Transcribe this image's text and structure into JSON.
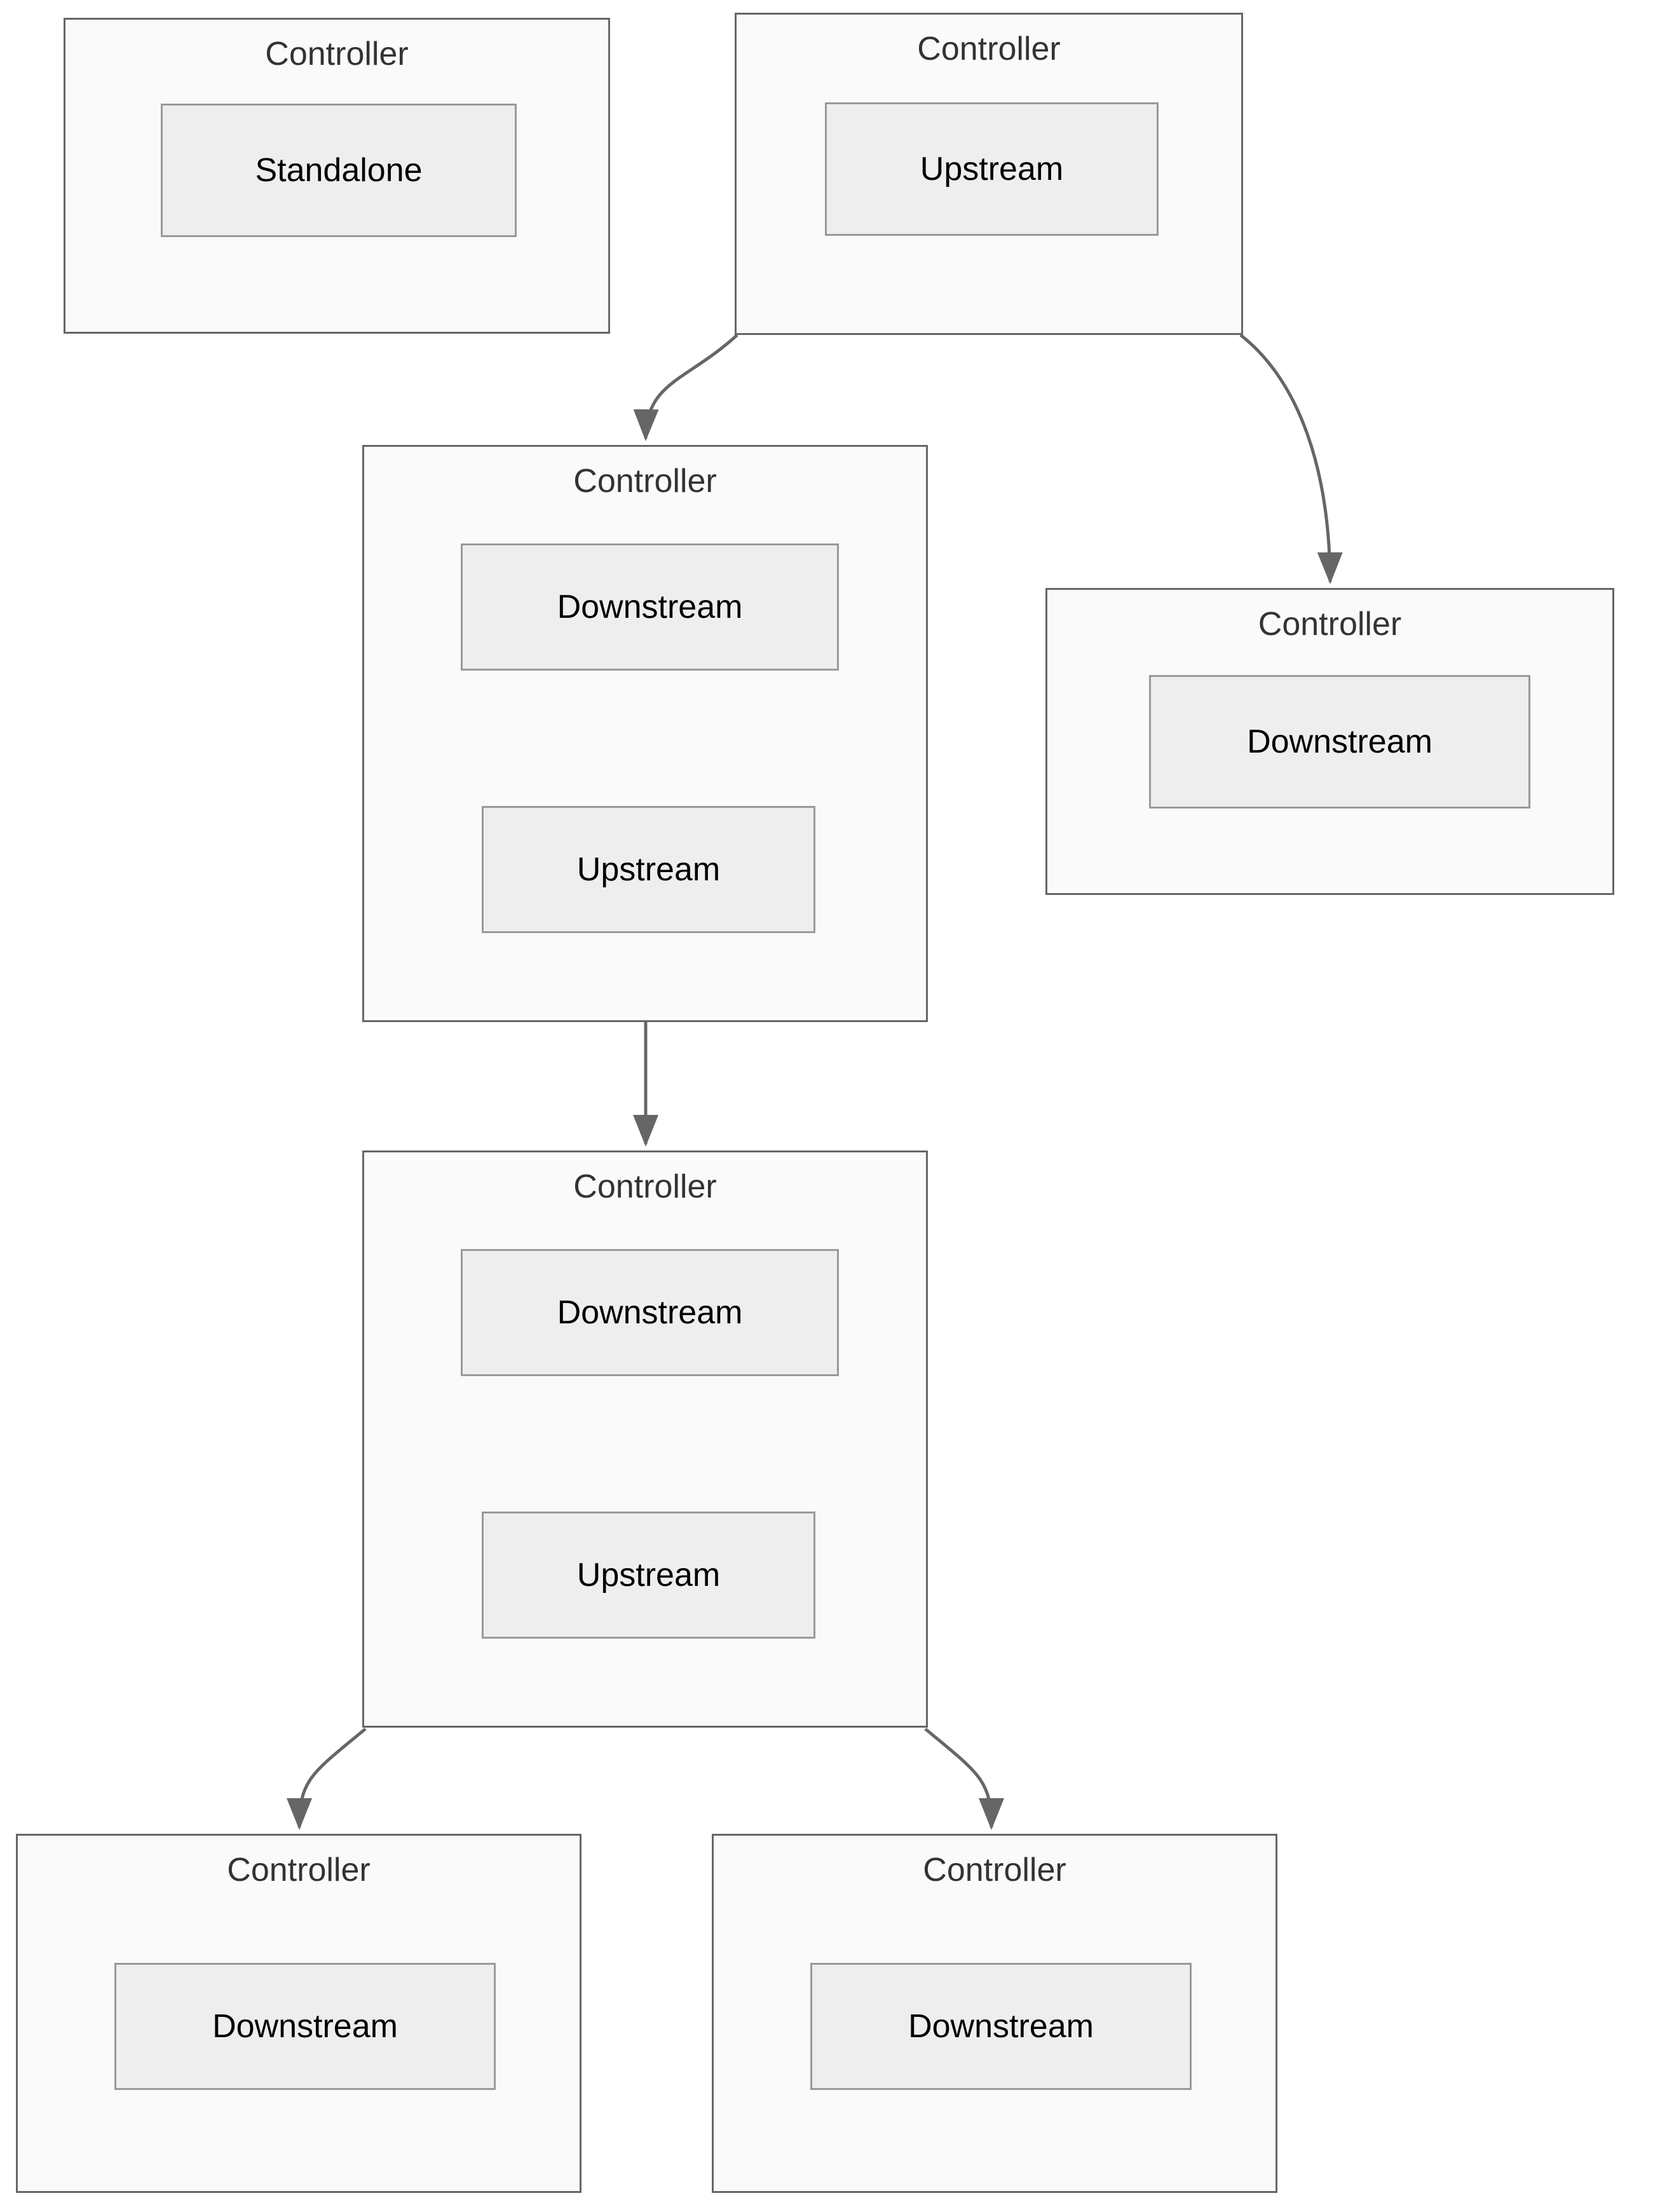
{
  "diagram": {
    "title_label": "Controller",
    "arrow_color": "#666666",
    "container_fill": "#fafafa",
    "container_stroke": "#666666",
    "component_fill": "#eeeeee",
    "component_stroke": "#999999",
    "title_color": "#333333",
    "component_text_color": "#000000",
    "nodes": [
      {
        "id": "controller-standalone",
        "title": "Controller",
        "components": [
          {
            "id": "standalone",
            "label": "Standalone"
          }
        ]
      },
      {
        "id": "controller-upstream-root",
        "title": "Controller",
        "components": [
          {
            "id": "upstream",
            "label": "Upstream"
          }
        ]
      },
      {
        "id": "controller-relay-1",
        "title": "Controller",
        "components": [
          {
            "id": "downstream",
            "label": "Downstream"
          },
          {
            "id": "upstream",
            "label": "Upstream"
          }
        ]
      },
      {
        "id": "controller-leaf-right",
        "title": "Controller",
        "components": [
          {
            "id": "downstream",
            "label": "Downstream"
          }
        ]
      },
      {
        "id": "controller-relay-2",
        "title": "Controller",
        "components": [
          {
            "id": "downstream",
            "label": "Downstream"
          },
          {
            "id": "upstream",
            "label": "Upstream"
          }
        ]
      },
      {
        "id": "controller-leaf-bottom-left",
        "title": "Controller",
        "components": [
          {
            "id": "downstream",
            "label": "Downstream"
          }
        ]
      },
      {
        "id": "controller-leaf-bottom-right",
        "title": "Controller",
        "components": [
          {
            "id": "downstream",
            "label": "Downstream"
          }
        ]
      }
    ],
    "edges": [
      {
        "id": "edge-root-to-relay1",
        "from": "controller-upstream-root",
        "to": "controller-relay-1"
      },
      {
        "id": "edge-root-to-leaf-right",
        "from": "controller-upstream-root",
        "to": "controller-leaf-right"
      },
      {
        "id": "edge-relay1-to-relay2",
        "from": "controller-relay-1",
        "to": "controller-relay-2"
      },
      {
        "id": "edge-relay2-to-leaf-bottom-left",
        "from": "controller-relay-2",
        "to": "controller-leaf-bottom-left"
      },
      {
        "id": "edge-relay2-to-leaf-bottom-right",
        "from": "controller-relay-2",
        "to": "controller-leaf-bottom-right"
      }
    ]
  }
}
